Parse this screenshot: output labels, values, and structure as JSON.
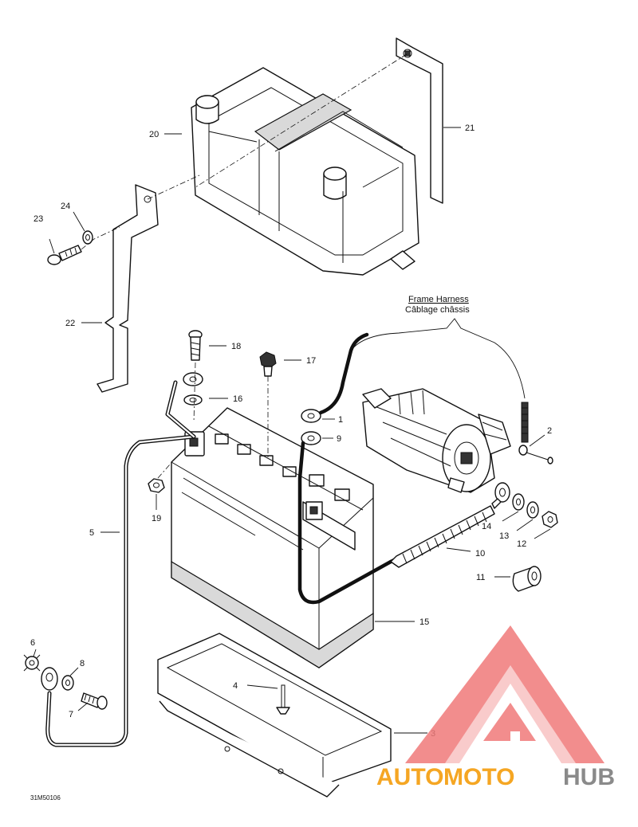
{
  "diagram": {
    "callouts": [
      {
        "n": "1"
      },
      {
        "n": "2"
      },
      {
        "n": "3"
      },
      {
        "n": "4"
      },
      {
        "n": "5"
      },
      {
        "n": "6"
      },
      {
        "n": "7"
      },
      {
        "n": "8"
      },
      {
        "n": "9"
      },
      {
        "n": "10"
      },
      {
        "n": "11"
      },
      {
        "n": "12"
      },
      {
        "n": "13"
      },
      {
        "n": "14"
      },
      {
        "n": "15"
      },
      {
        "n": "16"
      },
      {
        "n": "17"
      },
      {
        "n": "18"
      },
      {
        "n": "19"
      },
      {
        "n": "20"
      },
      {
        "n": "21"
      },
      {
        "n": "22"
      },
      {
        "n": "23"
      },
      {
        "n": "24"
      }
    ],
    "harness_label_en": "Frame Harness",
    "harness_label_fr": "Câblage châssis",
    "drawing_code": "31M50106"
  },
  "watermark": {
    "text_auto": "AUTO",
    "text_moto": "MOTO",
    "text_hub": "HUB",
    "color_orange": "#f5a623",
    "color_red": "#f07a7a",
    "color_gray": "#8a8a8a"
  }
}
